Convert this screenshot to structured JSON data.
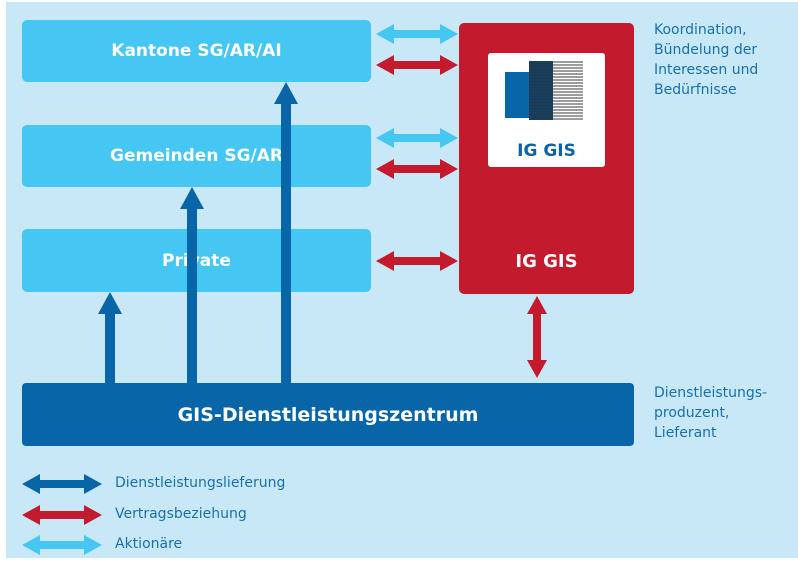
{
  "boxes": {
    "kantone": "Kantone SG/AR/AI",
    "gemeinden": "Gemeinden SG/AR",
    "private": "Private",
    "gis_center": "GIS-Dienstleistungszentrum",
    "ig_gis": "IG GIS",
    "ig_gis_logo": "IG GIS"
  },
  "notes": {
    "koordination": "Koordination,\nBündelung der\nInteressen und\nBedürfnisse",
    "dienstleistung": "Dienstleistungs-\nproduzent,\nLieferant"
  },
  "legend": [
    {
      "label": "Dienstleistungslieferung",
      "color": "#0765a8"
    },
    {
      "label": "Vertragsbeziehung",
      "color": "#c41a2e"
    },
    {
      "label": "Aktionäre",
      "color": "#45c6f3"
    }
  ],
  "colors": {
    "panel": "#c9e8f7",
    "light_blue": "#45c6f3",
    "dark_blue": "#0765a8",
    "red": "#c41a2e",
    "text_blue": "#1670b0"
  }
}
